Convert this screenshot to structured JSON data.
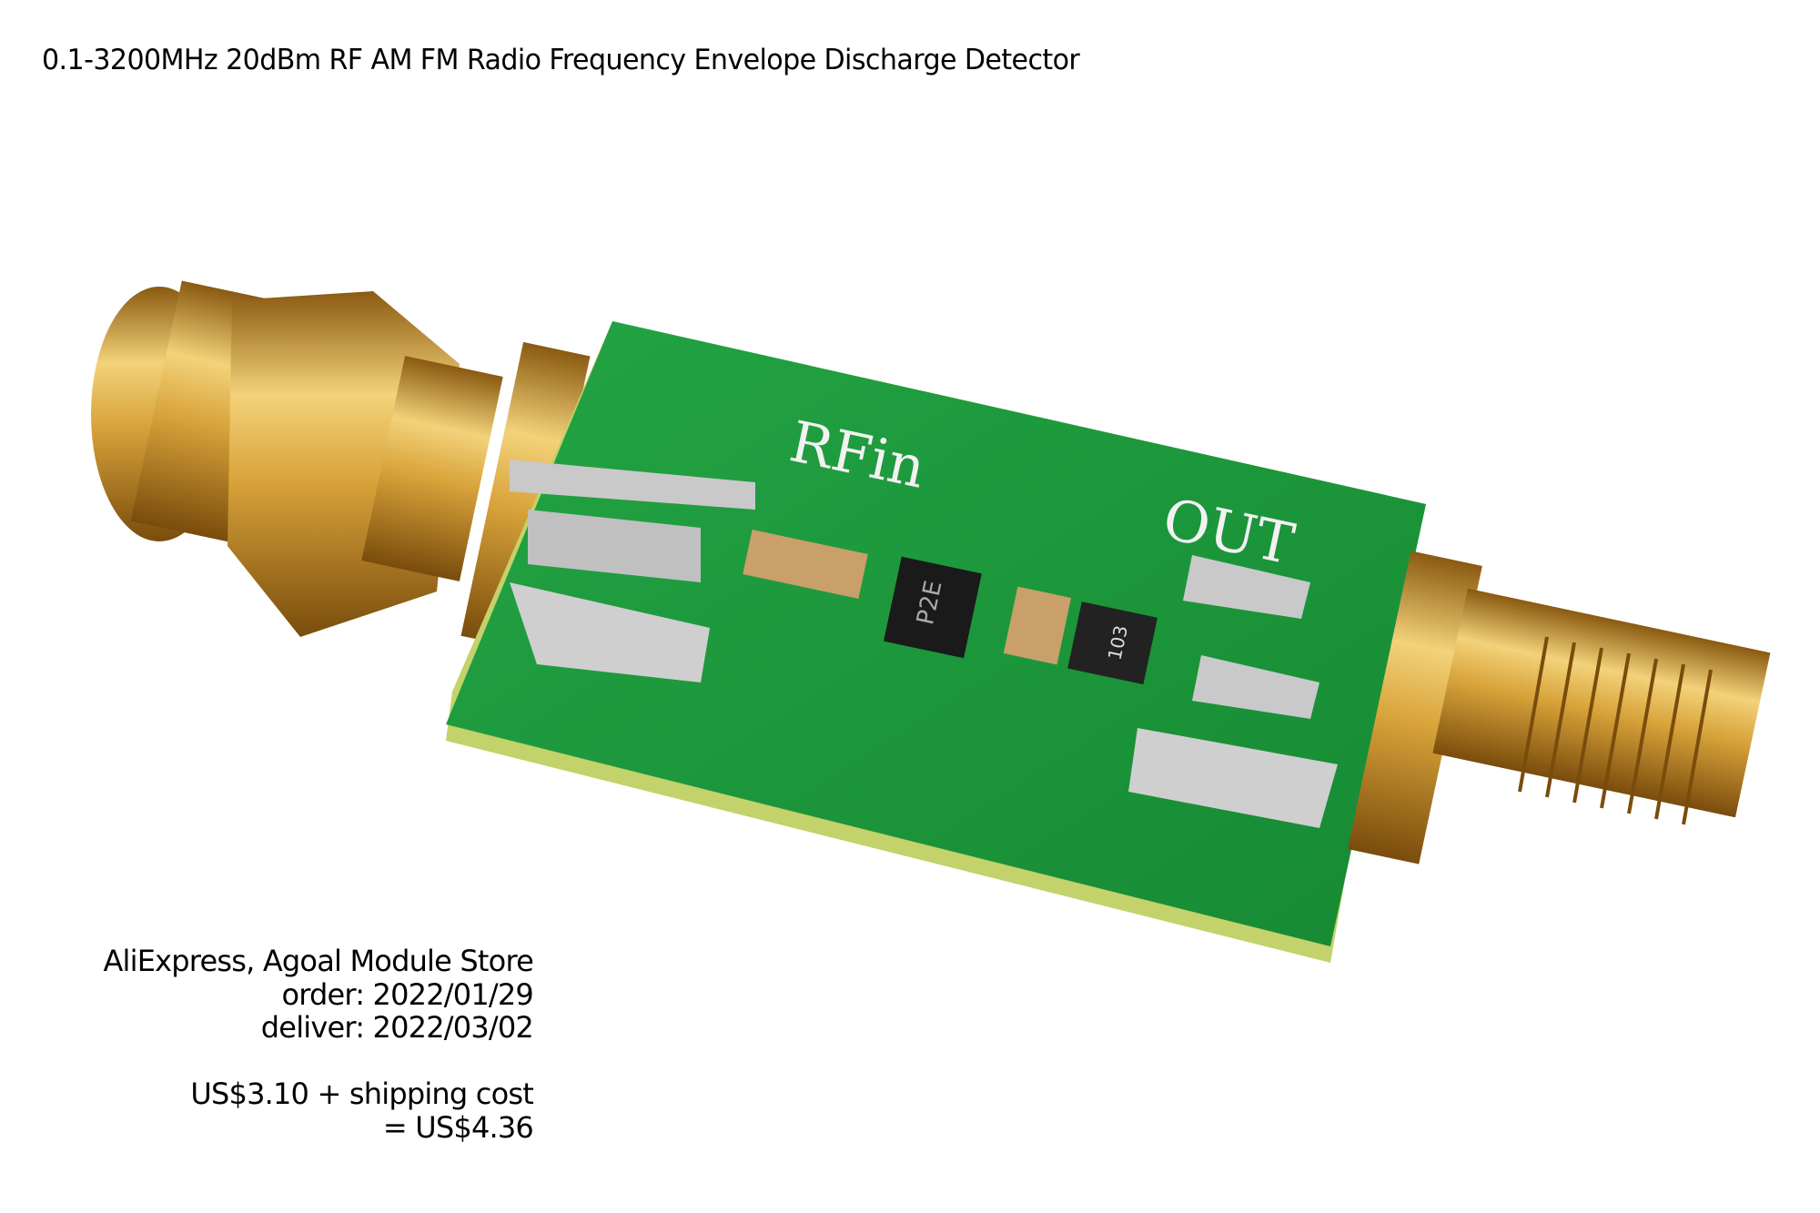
{
  "title": "0.1-3200MHz 20dBm RF AM FM Radio Frequency Envelope Discharge Detector",
  "photo": {
    "pcb_labels": {
      "input": "RFin",
      "output": "OUT",
      "ic_marking": "P2E",
      "resistor_marking": "103"
    },
    "colors": {
      "pcb": "#1f9a3c",
      "gold": "#d4a23a",
      "solder": "#c9c9c9"
    }
  },
  "info": {
    "store": "AliExpress, Agoal Module Store",
    "order": "order: 2022/01/29",
    "deliver": "deliver: 2022/03/02",
    "price": "US$3.10 + shipping cost",
    "total": "= US$4.36"
  }
}
